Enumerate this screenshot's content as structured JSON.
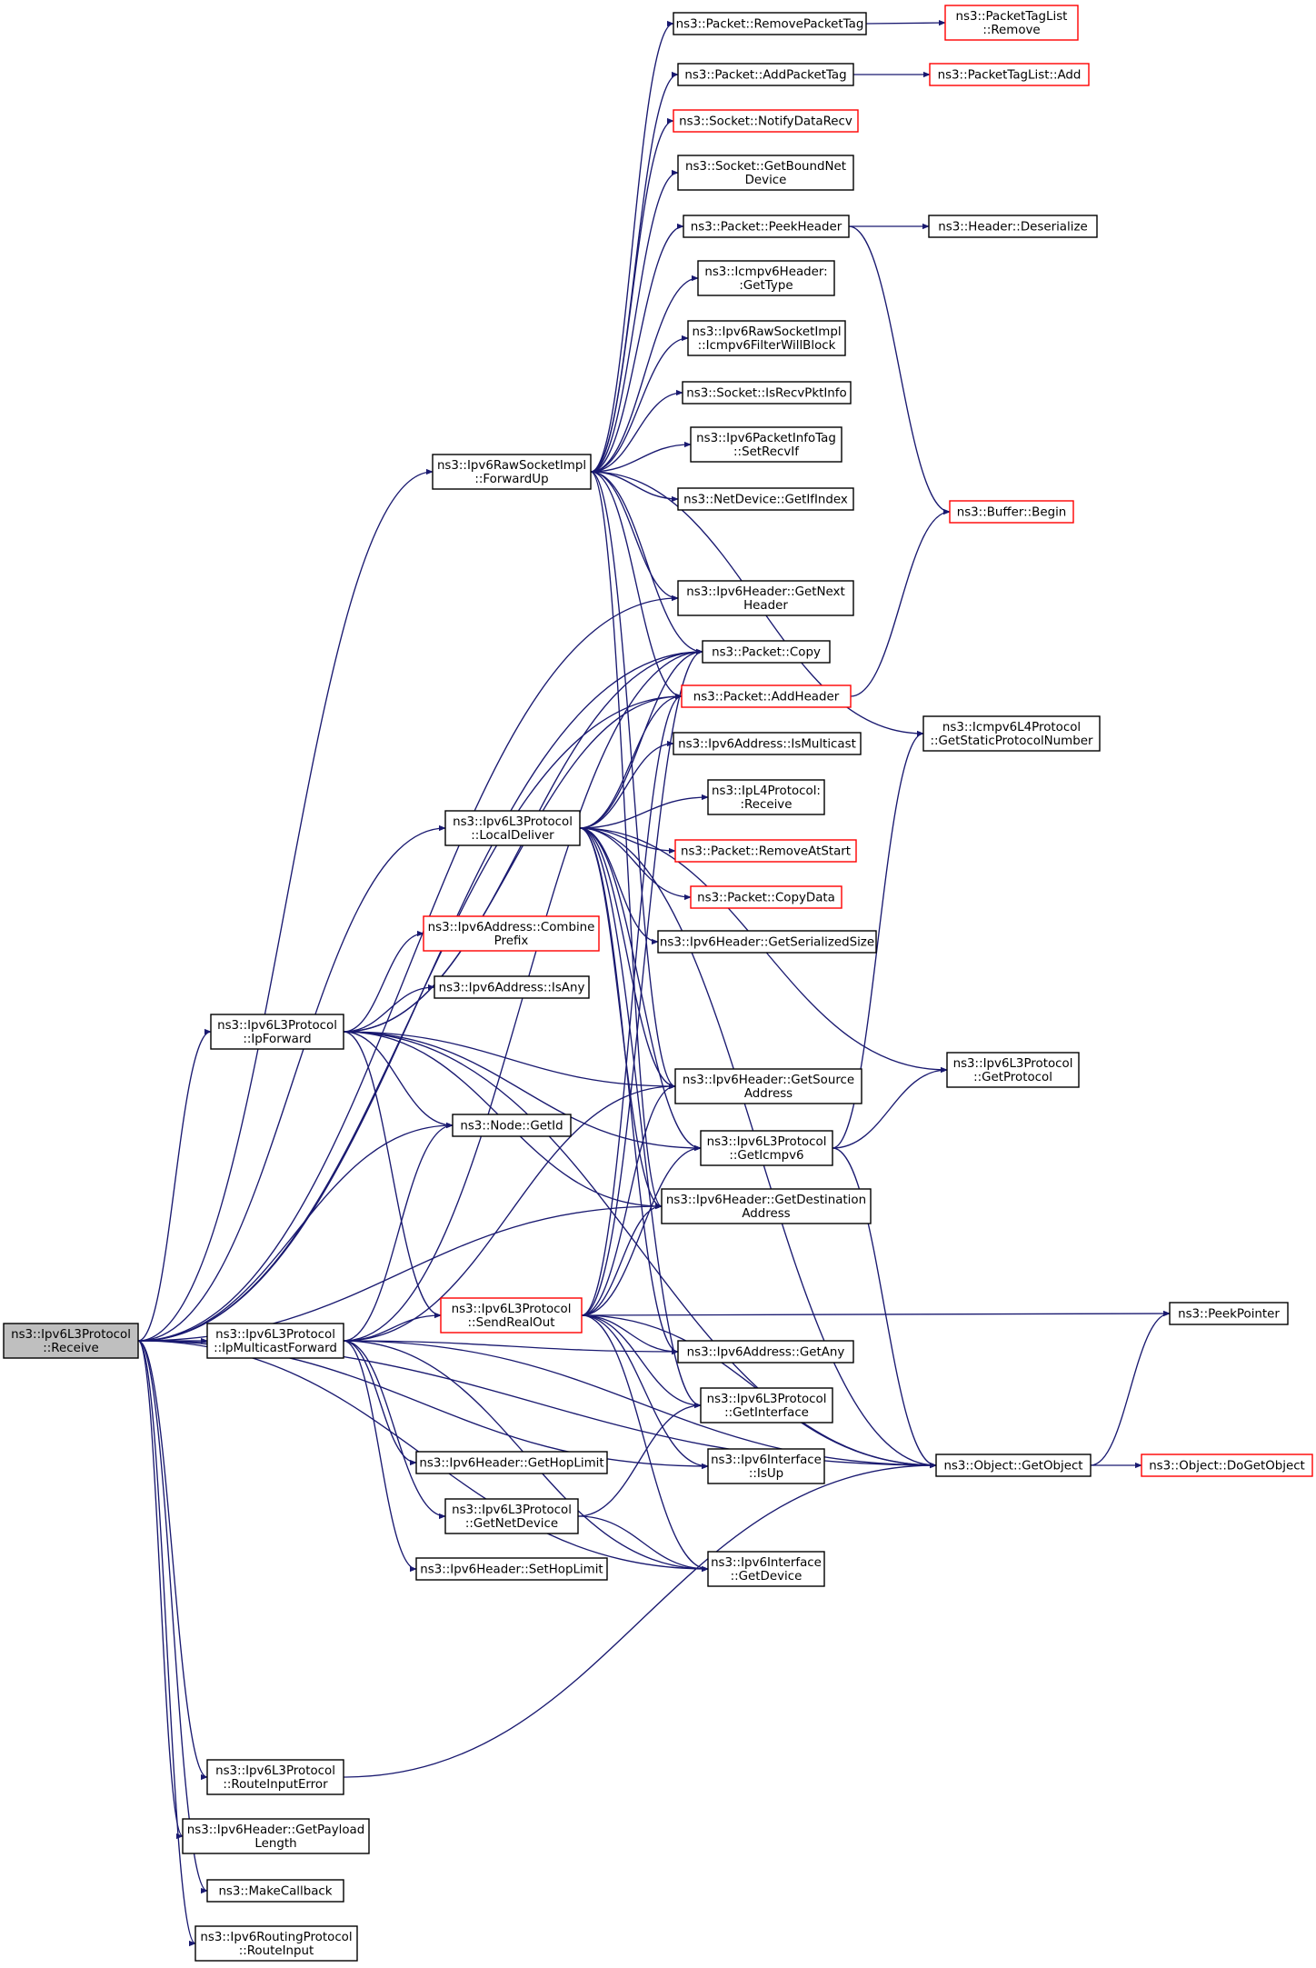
{
  "colors": {
    "edge": "#191970",
    "border": "#000000",
    "truncated_border": "#ff0000",
    "root_fill": "#bfbfbf",
    "fill": "#ffffff"
  },
  "nodes": [
    {
      "id": "receive",
      "lines": [
        "ns3::Ipv6L3Protocol",
        "::Receive"
      ],
      "style": "root"
    },
    {
      "id": "forwardup",
      "lines": [
        "ns3::Ipv6RawSocketImpl",
        "::ForwardUp"
      ],
      "style": "normal"
    },
    {
      "id": "localdeliver",
      "lines": [
        "ns3::Ipv6L3Protocol",
        "::LocalDeliver"
      ],
      "style": "normal"
    },
    {
      "id": "ipforward",
      "lines": [
        "ns3::Ipv6L3Protocol",
        "::IpForward"
      ],
      "style": "normal"
    },
    {
      "id": "ipmulticastforward",
      "lines": [
        "ns3::Ipv6L3Protocol",
        "::IpMulticastForward"
      ],
      "style": "normal"
    },
    {
      "id": "routeinputerror",
      "lines": [
        "ns3::Ipv6L3Protocol",
        "::RouteInputError"
      ],
      "style": "normal"
    },
    {
      "id": "getpayloadlength",
      "lines": [
        "ns3::Ipv6Header::GetPayload",
        "Length"
      ],
      "style": "normal"
    },
    {
      "id": "makecallback",
      "lines": [
        "ns3::MakeCallback"
      ],
      "style": "normal"
    },
    {
      "id": "routeinput",
      "lines": [
        "ns3::Ipv6RoutingProtocol",
        "::RouteInput"
      ],
      "style": "normal"
    },
    {
      "id": "removepackettag",
      "lines": [
        "ns3::Packet::RemovePacketTag"
      ],
      "style": "normal"
    },
    {
      "id": "addpackettag",
      "lines": [
        "ns3::Packet::AddPacketTag"
      ],
      "style": "normal"
    },
    {
      "id": "notifydatarecv",
      "lines": [
        "ns3::Socket::NotifyDataRecv"
      ],
      "style": "truncated"
    },
    {
      "id": "getboundnetdevice",
      "lines": [
        "ns3::Socket::GetBoundNet",
        "Device"
      ],
      "style": "normal"
    },
    {
      "id": "peekheader",
      "lines": [
        "ns3::Packet::PeekHeader"
      ],
      "style": "normal"
    },
    {
      "id": "icmpgettype",
      "lines": [
        "ns3::Icmpv6Header:",
        ":GetType"
      ],
      "style": "normal"
    },
    {
      "id": "filterwillblock",
      "lines": [
        "ns3::Ipv6RawSocketImpl",
        "::Icmpv6FilterWillBlock"
      ],
      "style": "normal"
    },
    {
      "id": "isrecvpktinfo",
      "lines": [
        "ns3::Socket::IsRecvPktInfo"
      ],
      "style": "normal"
    },
    {
      "id": "setrecvif",
      "lines": [
        "ns3::Ipv6PacketInfoTag",
        "::SetRecvIf"
      ],
      "style": "normal"
    },
    {
      "id": "getifindex",
      "lines": [
        "ns3::NetDevice::GetIfIndex"
      ],
      "style": "normal"
    },
    {
      "id": "getnextheader",
      "lines": [
        "ns3::Ipv6Header::GetNext",
        "Header"
      ],
      "style": "normal"
    },
    {
      "id": "copy",
      "lines": [
        "ns3::Packet::Copy"
      ],
      "style": "normal"
    },
    {
      "id": "addheader",
      "lines": [
        "ns3::Packet::AddHeader"
      ],
      "style": "truncated"
    },
    {
      "id": "ismulticast",
      "lines": [
        "ns3::Ipv6Address::IsMulticast"
      ],
      "style": "normal"
    },
    {
      "id": "iplreceive",
      "lines": [
        "ns3::IpL4Protocol:",
        ":Receive"
      ],
      "style": "normal"
    },
    {
      "id": "removeatstart",
      "lines": [
        "ns3::Packet::RemoveAtStart"
      ],
      "style": "truncated"
    },
    {
      "id": "copydata",
      "lines": [
        "ns3::Packet::CopyData"
      ],
      "style": "truncated"
    },
    {
      "id": "getserializedsize",
      "lines": [
        "ns3::Ipv6Header::GetSerializedSize"
      ],
      "style": "normal"
    },
    {
      "id": "combineprefix",
      "lines": [
        "ns3::Ipv6Address::Combine",
        "Prefix"
      ],
      "style": "truncated"
    },
    {
      "id": "isany",
      "lines": [
        "ns3::Ipv6Address::IsAny"
      ],
      "style": "normal"
    },
    {
      "id": "getsourceaddress",
      "lines": [
        "ns3::Ipv6Header::GetSource",
        "Address"
      ],
      "style": "normal"
    },
    {
      "id": "nodegetid",
      "lines": [
        "ns3::Node::GetId"
      ],
      "style": "normal"
    },
    {
      "id": "geticmpv6",
      "lines": [
        "ns3::Ipv6L3Protocol",
        "::GetIcmpv6"
      ],
      "style": "normal"
    },
    {
      "id": "getdestaddress",
      "lines": [
        "ns3::Ipv6Header::GetDestination",
        "Address"
      ],
      "style": "normal"
    },
    {
      "id": "sendrealout",
      "lines": [
        "ns3::Ipv6L3Protocol",
        "::SendRealOut"
      ],
      "style": "truncated"
    },
    {
      "id": "getany",
      "lines": [
        "ns3::Ipv6Address::GetAny"
      ],
      "style": "normal"
    },
    {
      "id": "getinterface",
      "lines": [
        "ns3::Ipv6L3Protocol",
        "::GetInterface"
      ],
      "style": "normal"
    },
    {
      "id": "isup",
      "lines": [
        "ns3::Ipv6Interface",
        "::IsUp"
      ],
      "style": "normal"
    },
    {
      "id": "gethoplimit",
      "lines": [
        "ns3::Ipv6Header::GetHopLimit"
      ],
      "style": "normal"
    },
    {
      "id": "getnetdevice",
      "lines": [
        "ns3::Ipv6L3Protocol",
        "::GetNetDevice"
      ],
      "style": "normal"
    },
    {
      "id": "sethoplimit",
      "lines": [
        "ns3::Ipv6Header::SetHopLimit"
      ],
      "style": "normal"
    },
    {
      "id": "getdevice",
      "lines": [
        "ns3::Ipv6Interface",
        "::GetDevice"
      ],
      "style": "normal"
    },
    {
      "id": "tagremove",
      "lines": [
        "ns3::PacketTagList",
        "::Remove"
      ],
      "style": "truncated"
    },
    {
      "id": "tagadd",
      "lines": [
        "ns3::PacketTagList::Add"
      ],
      "style": "truncated"
    },
    {
      "id": "deserialize",
      "lines": [
        "ns3::Header::Deserialize"
      ],
      "style": "normal"
    },
    {
      "id": "bufferbegin",
      "lines": [
        "ns3::Buffer::Begin"
      ],
      "style": "truncated"
    },
    {
      "id": "getstaticprotocolnumber",
      "lines": [
        "ns3::Icmpv6L4Protocol",
        "::GetStaticProtocolNumber"
      ],
      "style": "normal"
    },
    {
      "id": "getprotocol",
      "lines": [
        "ns3::Ipv6L3Protocol",
        "::GetProtocol"
      ],
      "style": "normal"
    },
    {
      "id": "getobject",
      "lines": [
        "ns3::Object::GetObject"
      ],
      "style": "normal"
    },
    {
      "id": "peekpointer",
      "lines": [
        "ns3::PeekPointer"
      ],
      "style": "normal"
    },
    {
      "id": "dogetobject",
      "lines": [
        "ns3::Object::DoGetObject"
      ],
      "style": "truncated"
    }
  ],
  "edges": [
    [
      "receive",
      "forwardup"
    ],
    [
      "receive",
      "getnextheader"
    ],
    [
      "receive",
      "copy"
    ],
    [
      "receive",
      "addheader"
    ],
    [
      "receive",
      "localdeliver"
    ],
    [
      "receive",
      "ipforward"
    ],
    [
      "receive",
      "nodegetid"
    ],
    [
      "receive",
      "getdestaddress"
    ],
    [
      "receive",
      "ipmulticastforward"
    ],
    [
      "receive",
      "getobject"
    ],
    [
      "receive",
      "isup"
    ],
    [
      "receive",
      "getdevice"
    ],
    [
      "receive",
      "routeinputerror"
    ],
    [
      "receive",
      "getpayloadlength"
    ],
    [
      "receive",
      "makecallback"
    ],
    [
      "receive",
      "routeinput"
    ],
    [
      "forwardup",
      "removepackettag"
    ],
    [
      "forwardup",
      "addpackettag"
    ],
    [
      "forwardup",
      "notifydatarecv"
    ],
    [
      "forwardup",
      "getboundnetdevice"
    ],
    [
      "forwardup",
      "peekheader"
    ],
    [
      "forwardup",
      "icmpgettype"
    ],
    [
      "forwardup",
      "filterwillblock"
    ],
    [
      "forwardup",
      "isrecvpktinfo"
    ],
    [
      "forwardup",
      "setrecvif"
    ],
    [
      "forwardup",
      "getifindex"
    ],
    [
      "forwardup",
      "getnextheader"
    ],
    [
      "forwardup",
      "copy"
    ],
    [
      "forwardup",
      "addheader"
    ],
    [
      "forwardup",
      "getstaticprotocolnumber"
    ],
    [
      "forwardup",
      "getsourceaddress"
    ],
    [
      "forwardup",
      "getdestaddress"
    ],
    [
      "localdeliver",
      "ismulticast"
    ],
    [
      "localdeliver",
      "iplreceive"
    ],
    [
      "localdeliver",
      "removeatstart"
    ],
    [
      "localdeliver",
      "copydata"
    ],
    [
      "localdeliver",
      "getserializedsize"
    ],
    [
      "localdeliver",
      "getprotocol"
    ],
    [
      "localdeliver",
      "geticmpv6"
    ],
    [
      "localdeliver",
      "getsourceaddress"
    ],
    [
      "localdeliver",
      "getdestaddress"
    ],
    [
      "localdeliver",
      "getobject"
    ],
    [
      "localdeliver",
      "getany"
    ],
    [
      "localdeliver",
      "getinterface"
    ],
    [
      "localdeliver",
      "copy"
    ],
    [
      "localdeliver",
      "addheader"
    ],
    [
      "ipforward",
      "combineprefix"
    ],
    [
      "ipforward",
      "isany"
    ],
    [
      "ipforward",
      "getsourceaddress"
    ],
    [
      "ipforward",
      "nodegetid"
    ],
    [
      "ipforward",
      "sendrealout"
    ],
    [
      "ipforward",
      "getdestaddress"
    ],
    [
      "ipforward",
      "geticmpv6"
    ],
    [
      "ipforward",
      "copy"
    ],
    [
      "ipforward",
      "addheader"
    ],
    [
      "ipforward",
      "getobject"
    ],
    [
      "ipmulticastforward",
      "sendrealout"
    ],
    [
      "ipmulticastforward",
      "getany"
    ],
    [
      "ipmulticastforward",
      "gethoplimit"
    ],
    [
      "ipmulticastforward",
      "getnetdevice"
    ],
    [
      "ipmulticastforward",
      "sethoplimit"
    ],
    [
      "ipmulticastforward",
      "nodegetid"
    ],
    [
      "ipmulticastforward",
      "copy"
    ],
    [
      "ipmulticastforward",
      "getsourceaddress"
    ],
    [
      "ipmulticastforward",
      "getobject"
    ],
    [
      "ipmulticastforward",
      "getdevice"
    ],
    [
      "sendrealout",
      "peekpointer"
    ],
    [
      "sendrealout",
      "getany"
    ],
    [
      "sendrealout",
      "getinterface"
    ],
    [
      "sendrealout",
      "isup"
    ],
    [
      "sendrealout",
      "getdevice"
    ],
    [
      "sendrealout",
      "getobject"
    ],
    [
      "sendrealout",
      "getdestaddress"
    ],
    [
      "sendrealout",
      "getsourceaddress"
    ],
    [
      "sendrealout",
      "addheader"
    ],
    [
      "sendrealout",
      "copy"
    ],
    [
      "sendrealout",
      "geticmpv6"
    ],
    [
      "getnetdevice",
      "getinterface"
    ],
    [
      "getnetdevice",
      "getdevice"
    ],
    [
      "routeinputerror",
      "getobject"
    ],
    [
      "removepackettag",
      "tagremove"
    ],
    [
      "addpackettag",
      "tagadd"
    ],
    [
      "peekheader",
      "deserialize"
    ],
    [
      "peekheader",
      "bufferbegin"
    ],
    [
      "addheader",
      "bufferbegin"
    ],
    [
      "geticmpv6",
      "getprotocol"
    ],
    [
      "geticmpv6",
      "getstaticprotocolnumber"
    ],
    [
      "geticmpv6",
      "getobject"
    ],
    [
      "getobject",
      "peekpointer"
    ],
    [
      "getobject",
      "dogetobject"
    ]
  ]
}
